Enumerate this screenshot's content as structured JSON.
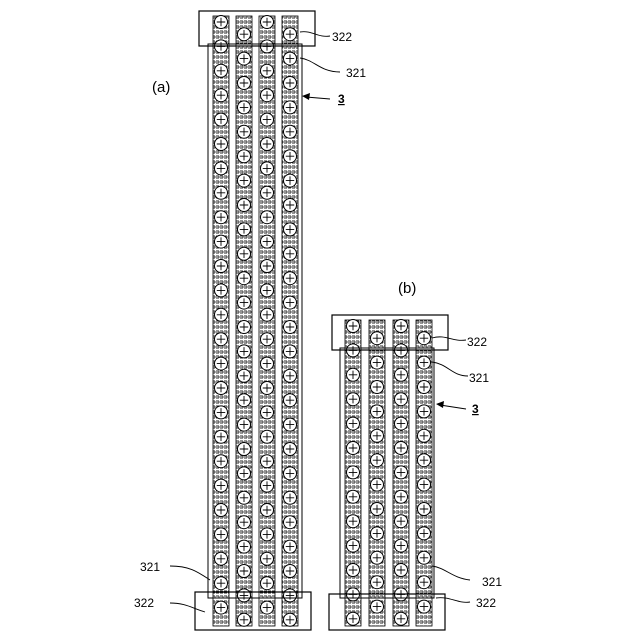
{
  "figures": [
    {
      "label": "(a)",
      "callouts": {
        "end_box": "322",
        "strip": "321",
        "assembly": "3"
      },
      "lower_callouts": {
        "strip": "321",
        "end_box": "322"
      }
    },
    {
      "label": "(b)",
      "callouts": {
        "end_box": "322",
        "strip": "321",
        "assembly": "3"
      },
      "lower_callouts": {
        "strip": "321",
        "end_box": "322"
      }
    }
  ],
  "colors": {
    "ink": "#000000",
    "hatch": "#3a3a3a",
    "paper": "#ffffff"
  },
  "icons": {
    "terminal": "circle-plus-icon",
    "pattern": "meander-pattern"
  }
}
